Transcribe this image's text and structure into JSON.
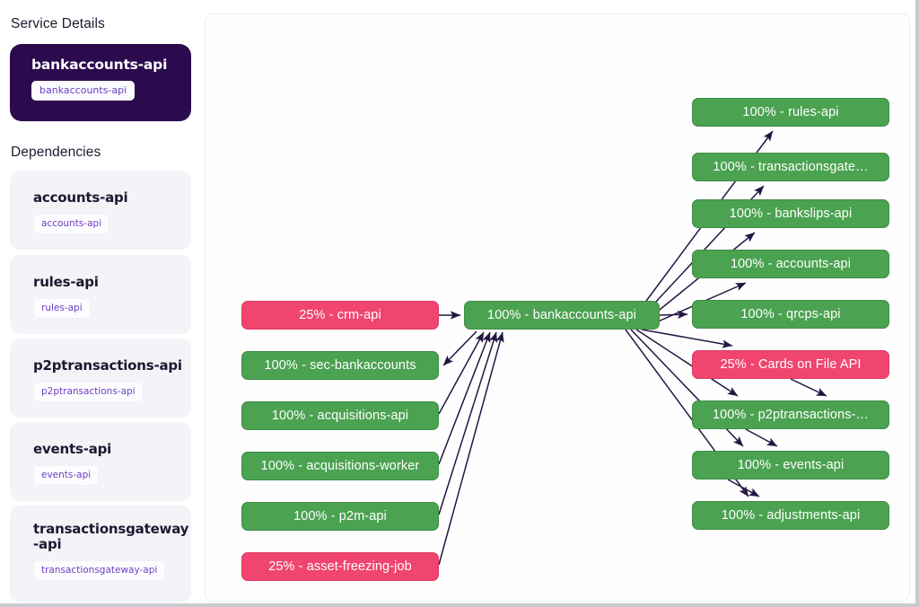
{
  "sidebar": {
    "service_details_title": "Service Details",
    "dependencies_title": "Dependencies",
    "main_service": {
      "name": "bankaccounts-api",
      "badge": "bankaccounts-api"
    },
    "dependencies": [
      {
        "name": "accounts-api",
        "badge": "accounts-api"
      },
      {
        "name": "rules-api",
        "badge": "rules-api"
      },
      {
        "name": "p2ptransactions-api",
        "badge": "p2ptransactions-api"
      },
      {
        "name": "events-api",
        "badge": "events-api"
      },
      {
        "name": "transactionsgateway\n-api",
        "badge": "transactionsgateway-api"
      }
    ]
  },
  "colors": {
    "ok": "#4BA251",
    "bad": "#F0456E",
    "main_card": "#2B0A4D",
    "badge_text": "#6C3FC4",
    "edge": "#241641",
    "canvas_bg": "#FEFEFF",
    "dep_card_bg": "#F3F3F8"
  },
  "graph": {
    "center_node": {
      "id": "bankaccounts-api",
      "label": "100% - bankaccounts-api",
      "percent": "100%",
      "status": "ok"
    },
    "left_nodes": [
      {
        "id": "crm-api",
        "label": "25% - crm-api",
        "percent": "25%",
        "status": "bad"
      },
      {
        "id": "sec-bankaccounts",
        "label": "100% - sec-bankaccounts",
        "percent": "100%",
        "status": "ok"
      },
      {
        "id": "acquisitions-api",
        "label": "100% - acquisitions-api",
        "percent": "100%",
        "status": "ok"
      },
      {
        "id": "acquisitions-worker",
        "label": "100% - acquisitions-worker",
        "percent": "100%",
        "status": "ok"
      },
      {
        "id": "p2m-api",
        "label": "100% - p2m-api",
        "percent": "100%",
        "status": "ok"
      },
      {
        "id": "asset-freezing-job",
        "label": "25% - asset-freezing-job",
        "percent": "25%",
        "status": "bad"
      }
    ],
    "right_nodes": [
      {
        "id": "rules-api",
        "label": "100% - rules-api",
        "percent": "100%",
        "status": "ok"
      },
      {
        "id": "transactionsgateway",
        "label": "100% - transactionsgate…",
        "percent": "100%",
        "status": "ok"
      },
      {
        "id": "bankslips-api",
        "label": "100% - bankslips-api",
        "percent": "100%",
        "status": "ok"
      },
      {
        "id": "accounts-api",
        "label": "100% - accounts-api",
        "percent": "100%",
        "status": "ok"
      },
      {
        "id": "qrcps-api",
        "label": "100% - qrcps-api",
        "percent": "100%",
        "status": "ok"
      },
      {
        "id": "cards-on-file-api",
        "label": "25% - Cards on File API",
        "percent": "25%",
        "status": "bad"
      },
      {
        "id": "p2ptransactions-api",
        "label": "100% - p2ptransactions-…",
        "percent": "100%",
        "status": "ok"
      },
      {
        "id": "events-api",
        "label": "100% - events-api",
        "percent": "100%",
        "status": "ok"
      },
      {
        "id": "adjustments-api",
        "label": "100% - adjustments-api",
        "percent": "100%",
        "status": "ok"
      }
    ]
  }
}
